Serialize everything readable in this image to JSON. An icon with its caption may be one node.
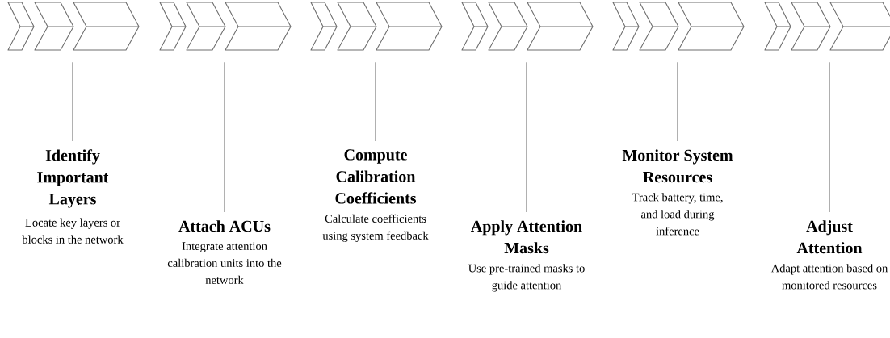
{
  "diagram": {
    "nodes": [
      {
        "text": [],
        "shape": "chevron"
      },
      {
        "text": [],
        "shape": "chevron"
      },
      {
        "text": [],
        "shape": "chevron"
      },
      {
        "text": [],
        "shape": "chevron"
      },
      {
        "text": [],
        "shape": "chevron"
      },
      {
        "text": [],
        "shape": "chevron"
      },
      {
        "text": [
          "Identify Important Layers",
          "Locate key layers or blocks in the network"
        ]
      },
      {
        "text": [
          "Attach ACUs",
          "Integrate attention calibration units into the network"
        ]
      },
      {
        "text": [
          "Compute Calibration Coefficients",
          "Calculate coefficients using system feedback"
        ]
      },
      {
        "text": [
          "Apply Attention Masks",
          "Use pre-trained masks to guide attention"
        ]
      },
      {
        "text": [
          "Monitor System Resources",
          "Track battery, time, and load during inference"
        ]
      },
      {
        "text": [
          "Adjust Attention",
          "Adapt attention based on monitored resources"
        ]
      }
    ],
    "edges": [
      {
        "from": 0,
        "to": 6,
        "arrow": "none"
      },
      {
        "from": 1,
        "to": 7,
        "arrow": "none"
      },
      {
        "from": 2,
        "to": 8,
        "arrow": "none"
      },
      {
        "from": 3,
        "to": 9,
        "arrow": "none"
      },
      {
        "from": 4,
        "to": 10,
        "arrow": "none"
      },
      {
        "from": 5,
        "to": 11,
        "arrow": "none"
      }
    ]
  }
}
